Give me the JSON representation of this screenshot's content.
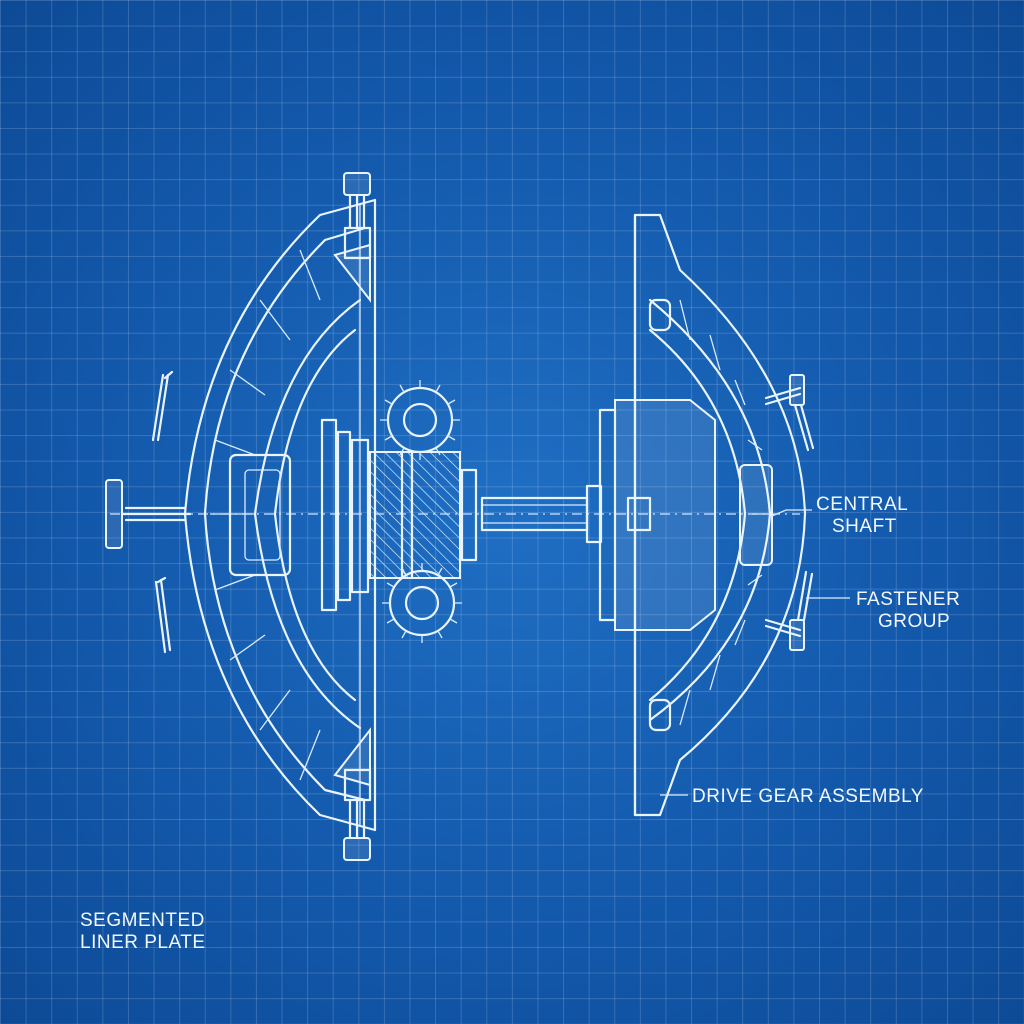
{
  "labels": {
    "central_shaft": [
      "CENTRAL",
      "SHAFT"
    ],
    "fastener_group": [
      "FASTENER",
      "GROUP"
    ],
    "drive_gear_assembly": "DRIVE GEAR ASSEMBLY",
    "segmented_liner_plate": [
      "SEGMENTED",
      "LINER PLATE"
    ]
  },
  "colors": {
    "background": "#1359ac",
    "line": "#eaf4ff",
    "grid": "rgba(255,255,255,0.16)"
  }
}
